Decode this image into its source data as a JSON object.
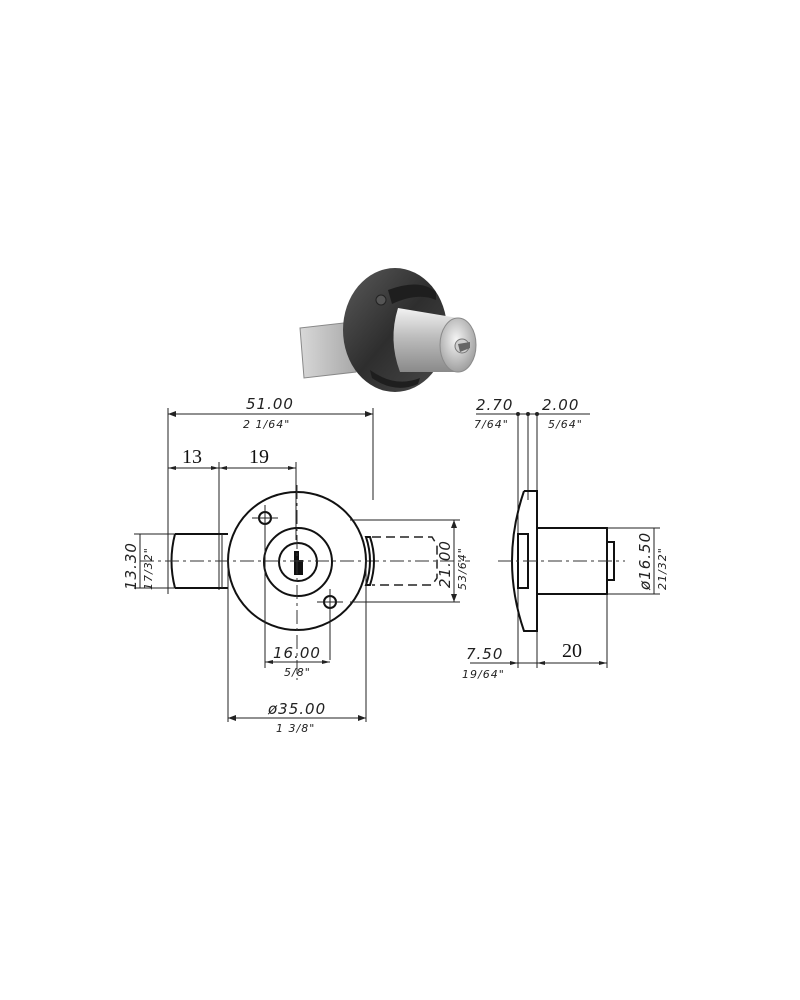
{
  "figure": {
    "type": "technical-drawing",
    "subject": "drawer cam lock with round flange",
    "photo": {
      "description": "3D product photo of cylinder cam lock with dark round flange and flat cam"
    }
  },
  "front_view": {
    "overall_width": {
      "mm": "51.00",
      "inch": "2 1/64\""
    },
    "cam_length_left": {
      "mm": "13"
    },
    "cam_to_center": {
      "mm": "19"
    },
    "cam_height": {
      "mm": "13.30",
      "inch": "17/32\""
    },
    "cam_width_dashed": {
      "mm": "21.00",
      "inch": "53/64\""
    },
    "hole_spacing": {
      "mm": "16.00",
      "inch": "5/8\""
    },
    "flange_diameter": {
      "mm": "ø35.00",
      "inch": "1 3/8\""
    }
  },
  "side_view": {
    "flange_thickness_a": {
      "mm": "2.70",
      "inch": "7/64\""
    },
    "flange_thickness_b": {
      "mm": "2.00",
      "inch": "5/64\""
    },
    "cylinder_diameter": {
      "mm": "ø16.50",
      "inch": "21/32\""
    },
    "flange_offset": {
      "mm": "7.50",
      "inch": "19/64\""
    },
    "cylinder_length": {
      "mm": "20"
    }
  },
  "colors": {
    "line": "#222222",
    "flange_dark": "#3a3a3a",
    "cylinder_silver": "#c8c8c8",
    "background": "#ffffff"
  }
}
